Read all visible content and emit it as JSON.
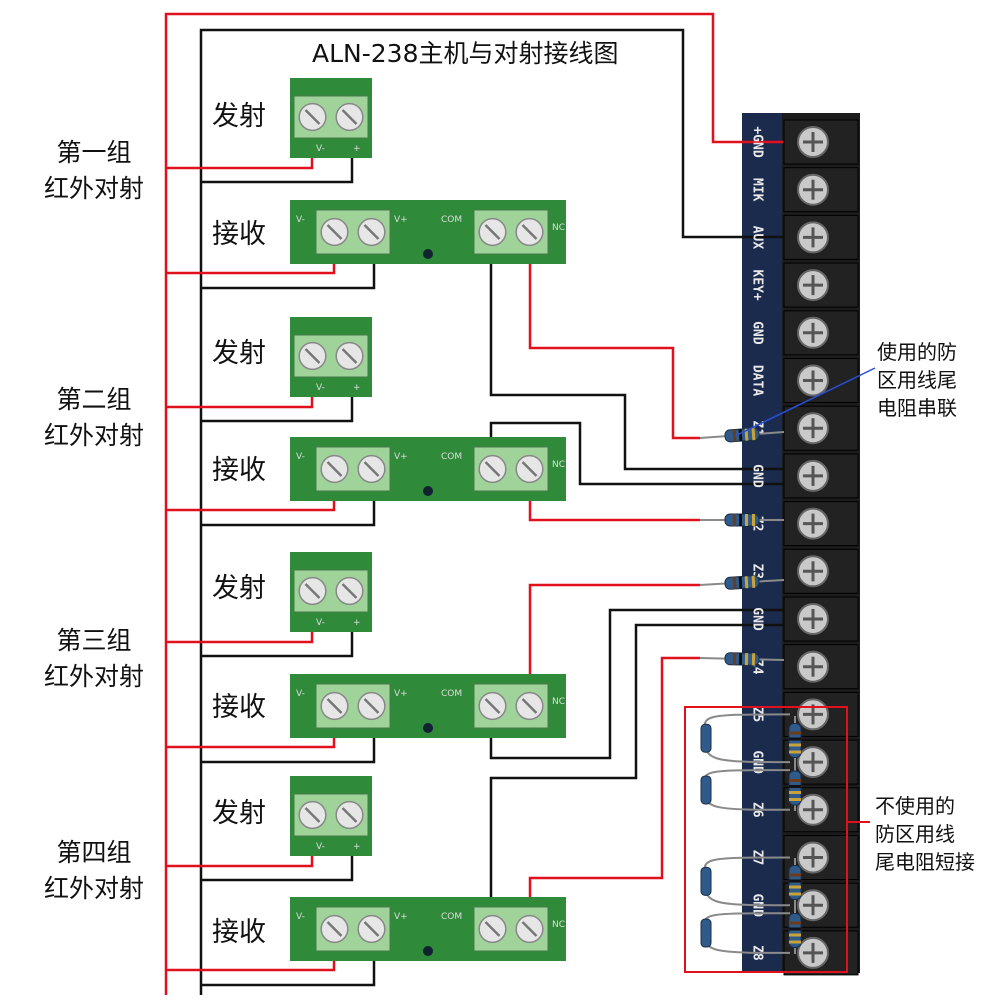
{
  "title": "ALN-238主机与对射接线图",
  "groups": [
    {
      "name": "第一组",
      "type": "红外对射"
    },
    {
      "name": "第二组",
      "type": "红外对射"
    },
    {
      "name": "第三组",
      "type": "红外对射"
    },
    {
      "name": "第四组",
      "type": "红外对射"
    }
  ],
  "labels": {
    "transmitter": "发射",
    "receiver": "接收"
  },
  "receiver_board": {
    "v_minus": "V-",
    "v_plus": "V+",
    "com": "COM",
    "nc": "NC"
  },
  "terminals": [
    "+GND",
    "MIK",
    "AUX",
    "KEY+",
    "GND",
    "DATA",
    "Z1",
    "GND",
    "Z2",
    "Z3",
    "GND",
    "Z4",
    "Z5",
    "GND",
    "Z6",
    "Z7",
    "GND",
    "Z8"
  ],
  "notes": {
    "used": [
      "使用的防",
      "区用线尾",
      "电阻串联"
    ],
    "unused": [
      "不使用的",
      "防区用线",
      "尾电阻短接"
    ]
  },
  "colors": {
    "power_wire": "#e0101c",
    "ground_wire": "#111111",
    "board": "#2f8a3a",
    "terminal_block": "#9fd39a",
    "note_line": "#2a4ed8",
    "panel": "#1a2a4a"
  }
}
